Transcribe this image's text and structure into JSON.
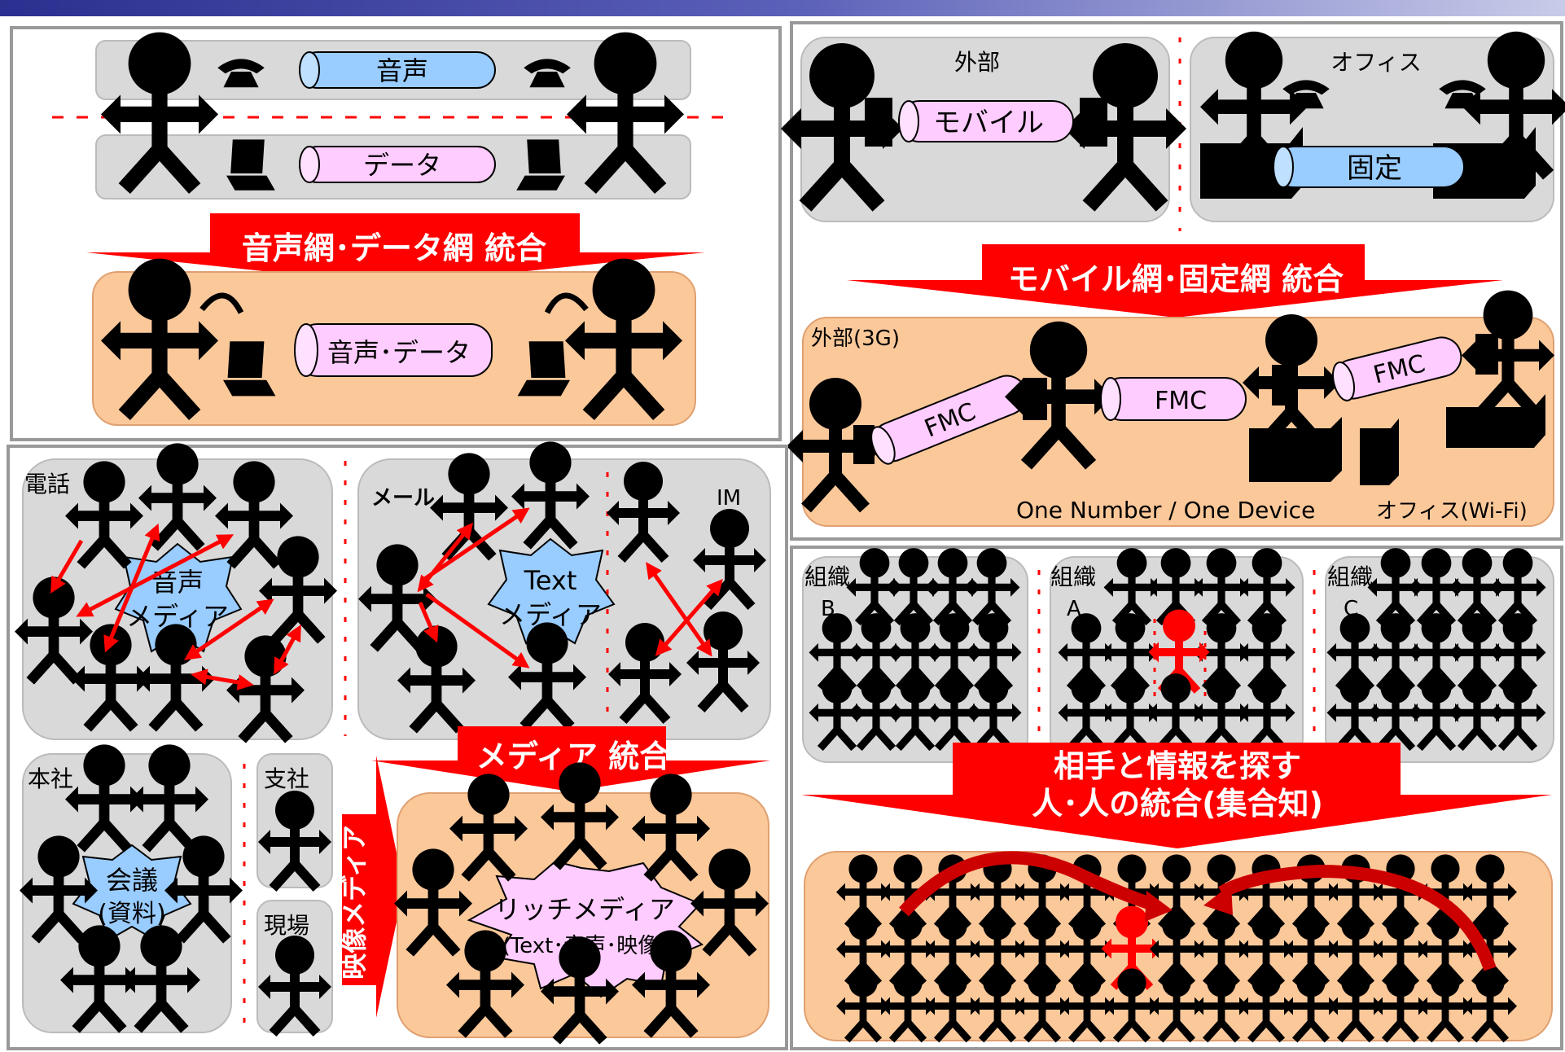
{
  "panel_voice_data": {
    "voice_label": "音声",
    "data_label": "データ",
    "merge_banner": "音声網･データ網 統合",
    "merged_label": "音声･データ"
  },
  "panel_mobile_fixed": {
    "outside_label": "外部",
    "office_label": "オフィス",
    "mobile_label": "モバイル",
    "fixed_label": "固定",
    "merge_banner": "モバイル網･固定網 統合",
    "outside_3g_label": "外部(3G)",
    "fmc_labels": [
      "FMC",
      "FMC",
      "FMC"
    ],
    "one_number_label": "One Number / One Device",
    "office_wifi_label": "オフィス(Wi-Fi)"
  },
  "panel_media": {
    "phone_label": "電話",
    "voice_media_label_line1": "音声",
    "voice_media_label_line2": "メディア",
    "mail_label": "メール",
    "text_media_label_line1": "Text",
    "text_media_label_line2": "メディア",
    "im_label": "IM",
    "hq_label": "本社",
    "meeting_label_line1": "会議",
    "meeting_label_line2": "(資料)",
    "branch_label": "支社",
    "site_label": "現場",
    "video_media_label": "映像メディア",
    "merge_banner": "メディア 統合",
    "rich_media_line1": "リッチメディア",
    "rich_media_line2": "(Text･音声･映像)"
  },
  "panel_people": {
    "org_b_label_line1": "組織",
    "org_b_label_line2": "B",
    "org_a_label_line1": "組織",
    "org_a_label_line2": "A",
    "org_c_label_line1": "組織",
    "org_c_label_line2": "C",
    "banner_line1": "相手と情報を探す",
    "banner_line2": "人･人の統合(集合知)"
  },
  "colors": {
    "panel_gray": "#d9d9d9",
    "panel_orange": "#fbc89a",
    "voice_blue": "#99ccff",
    "data_pink": "#ffccff",
    "banner_red": "#ff0000",
    "accent_red": "#ff0000",
    "figure_black": "#000000"
  }
}
